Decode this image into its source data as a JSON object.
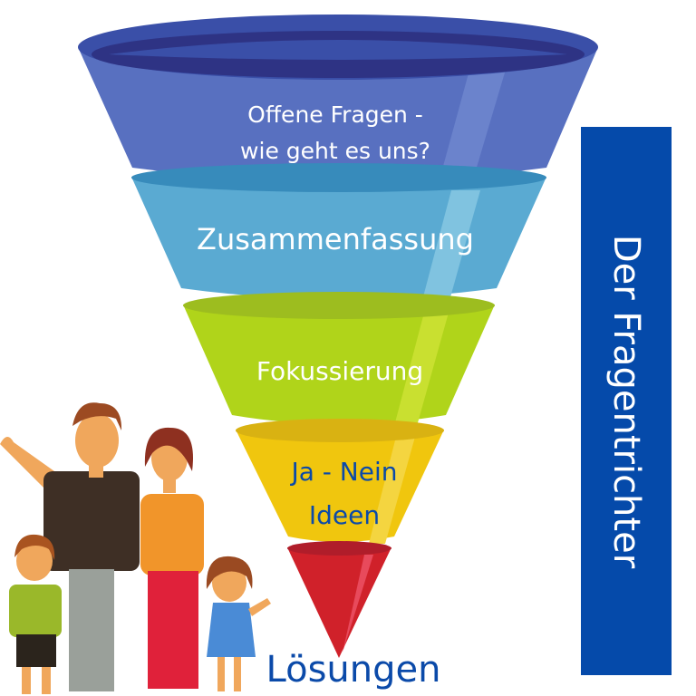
{
  "title": "Der Fragentrichter",
  "funnel": {
    "stages": [
      {
        "lines": [
          "Offene Fragen -",
          "wie geht es uns?"
        ],
        "color": "#5870c0",
        "rim_color": "#3a4fa8",
        "inner_color": "#2e3384",
        "text_color": "#ffffff"
      },
      {
        "lines": [
          "Zusammenfassung"
        ],
        "color": "#5aaad2",
        "rim_color": "#378bbb",
        "text_color": "#ffffff"
      },
      {
        "lines": [
          "Fokussierung"
        ],
        "color": "#b0d41a",
        "rim_color": "#9dbd1f",
        "text_color": "#ffffff"
      },
      {
        "lines": [
          "Ja - Nein",
          "Ideen"
        ],
        "color": "#f0c60e",
        "rim_color": "#d9b212",
        "text_color": "#0b4aa9"
      },
      {
        "lines": [],
        "color": "#d0212a",
        "rim_color": "#b01d2a"
      }
    ],
    "outcome": "Lösungen"
  },
  "illustration": {
    "subject": "family",
    "members": [
      "father",
      "mother",
      "boy",
      "girl"
    ]
  },
  "colors": {
    "banner": "#054aaa",
    "accent_text": "#0b4aa9",
    "background": "#ffffff"
  }
}
